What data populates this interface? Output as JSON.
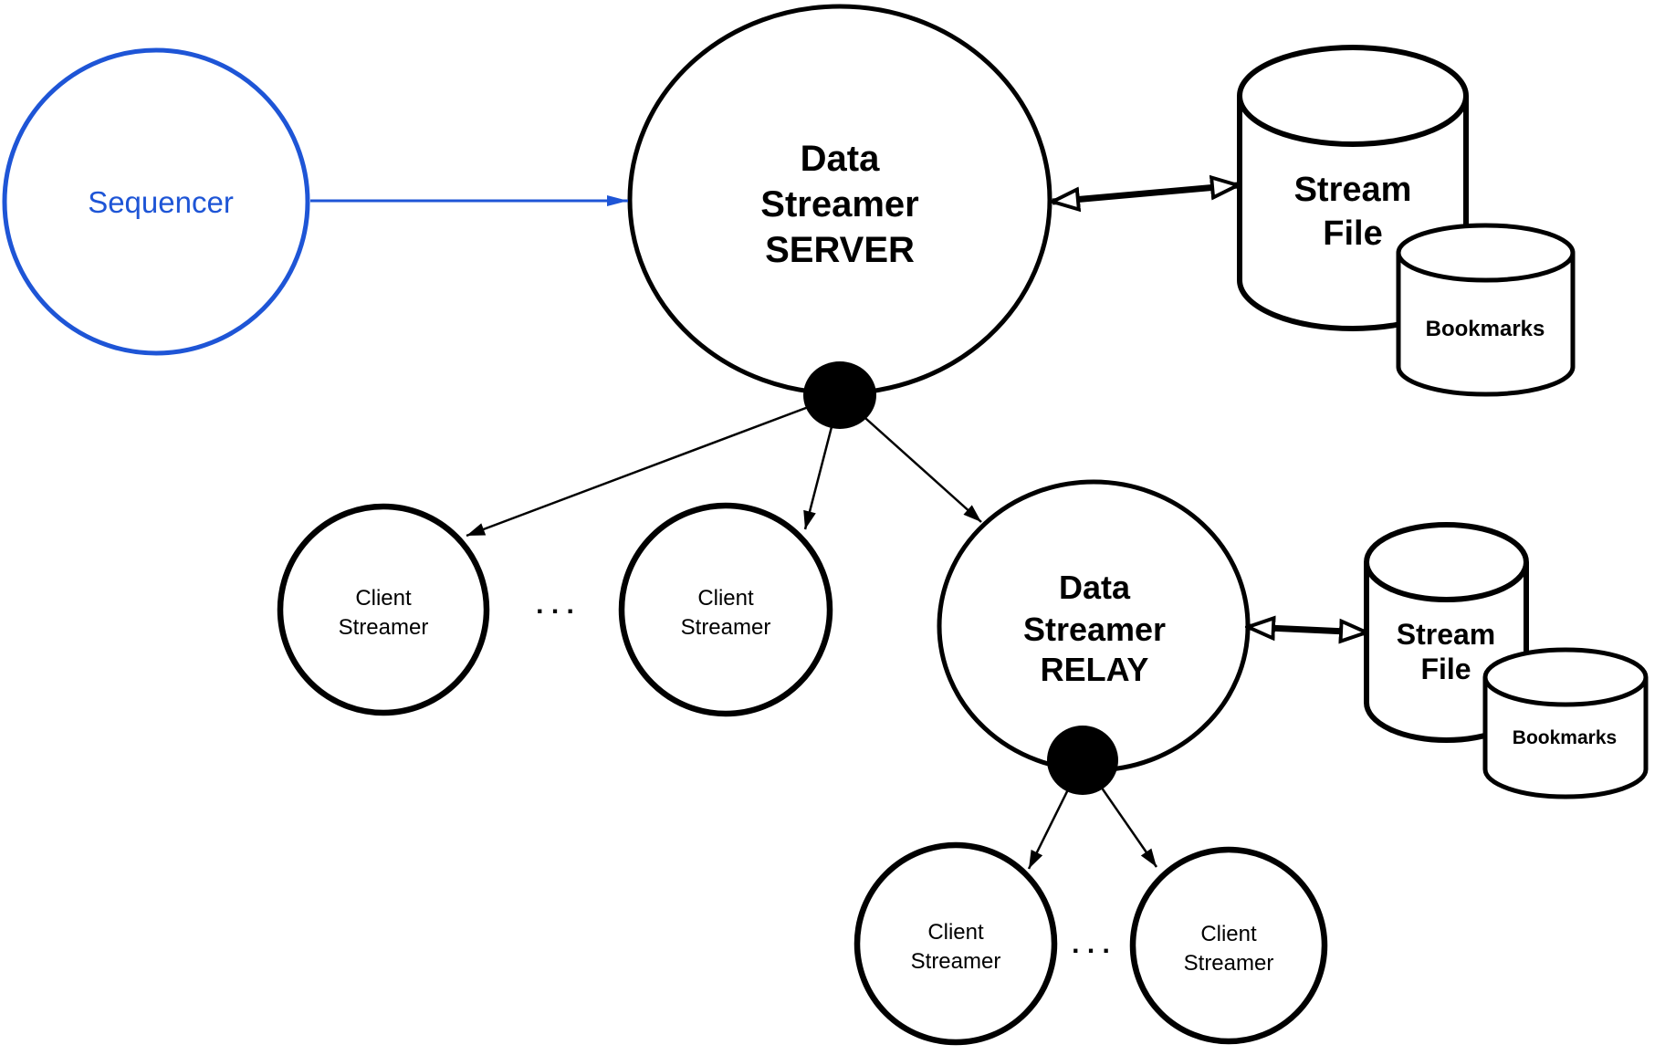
{
  "colors": {
    "accent_blue": "#1e55d6",
    "line_black": "#000000",
    "background": "#ffffff"
  },
  "nodes": {
    "sequencer": {
      "label": "Sequencer"
    },
    "server": {
      "line1": "Data",
      "line2": "Streamer",
      "line3": "SERVER"
    },
    "relay": {
      "line1": "Data",
      "line2": "Streamer",
      "line3": "RELAY"
    },
    "client_top_left": {
      "line1": "Client",
      "line2": "Streamer"
    },
    "client_top_mid": {
      "line1": "Client",
      "line2": "Streamer"
    },
    "client_bottom_left": {
      "line1": "Client",
      "line2": "Streamer"
    },
    "client_bottom_right": {
      "line1": "Client",
      "line2": "Streamer"
    },
    "stream_file_server": {
      "line1": "Stream",
      "line2": "File"
    },
    "bookmarks_server": {
      "label": "Bookmarks"
    },
    "stream_file_relay": {
      "line1": "Stream",
      "line2": "File"
    },
    "bookmarks_relay": {
      "label": "Bookmarks"
    },
    "ellipsis_top": {
      "label": ". . ."
    },
    "ellipsis_bottom": {
      "label": ". . ."
    }
  }
}
